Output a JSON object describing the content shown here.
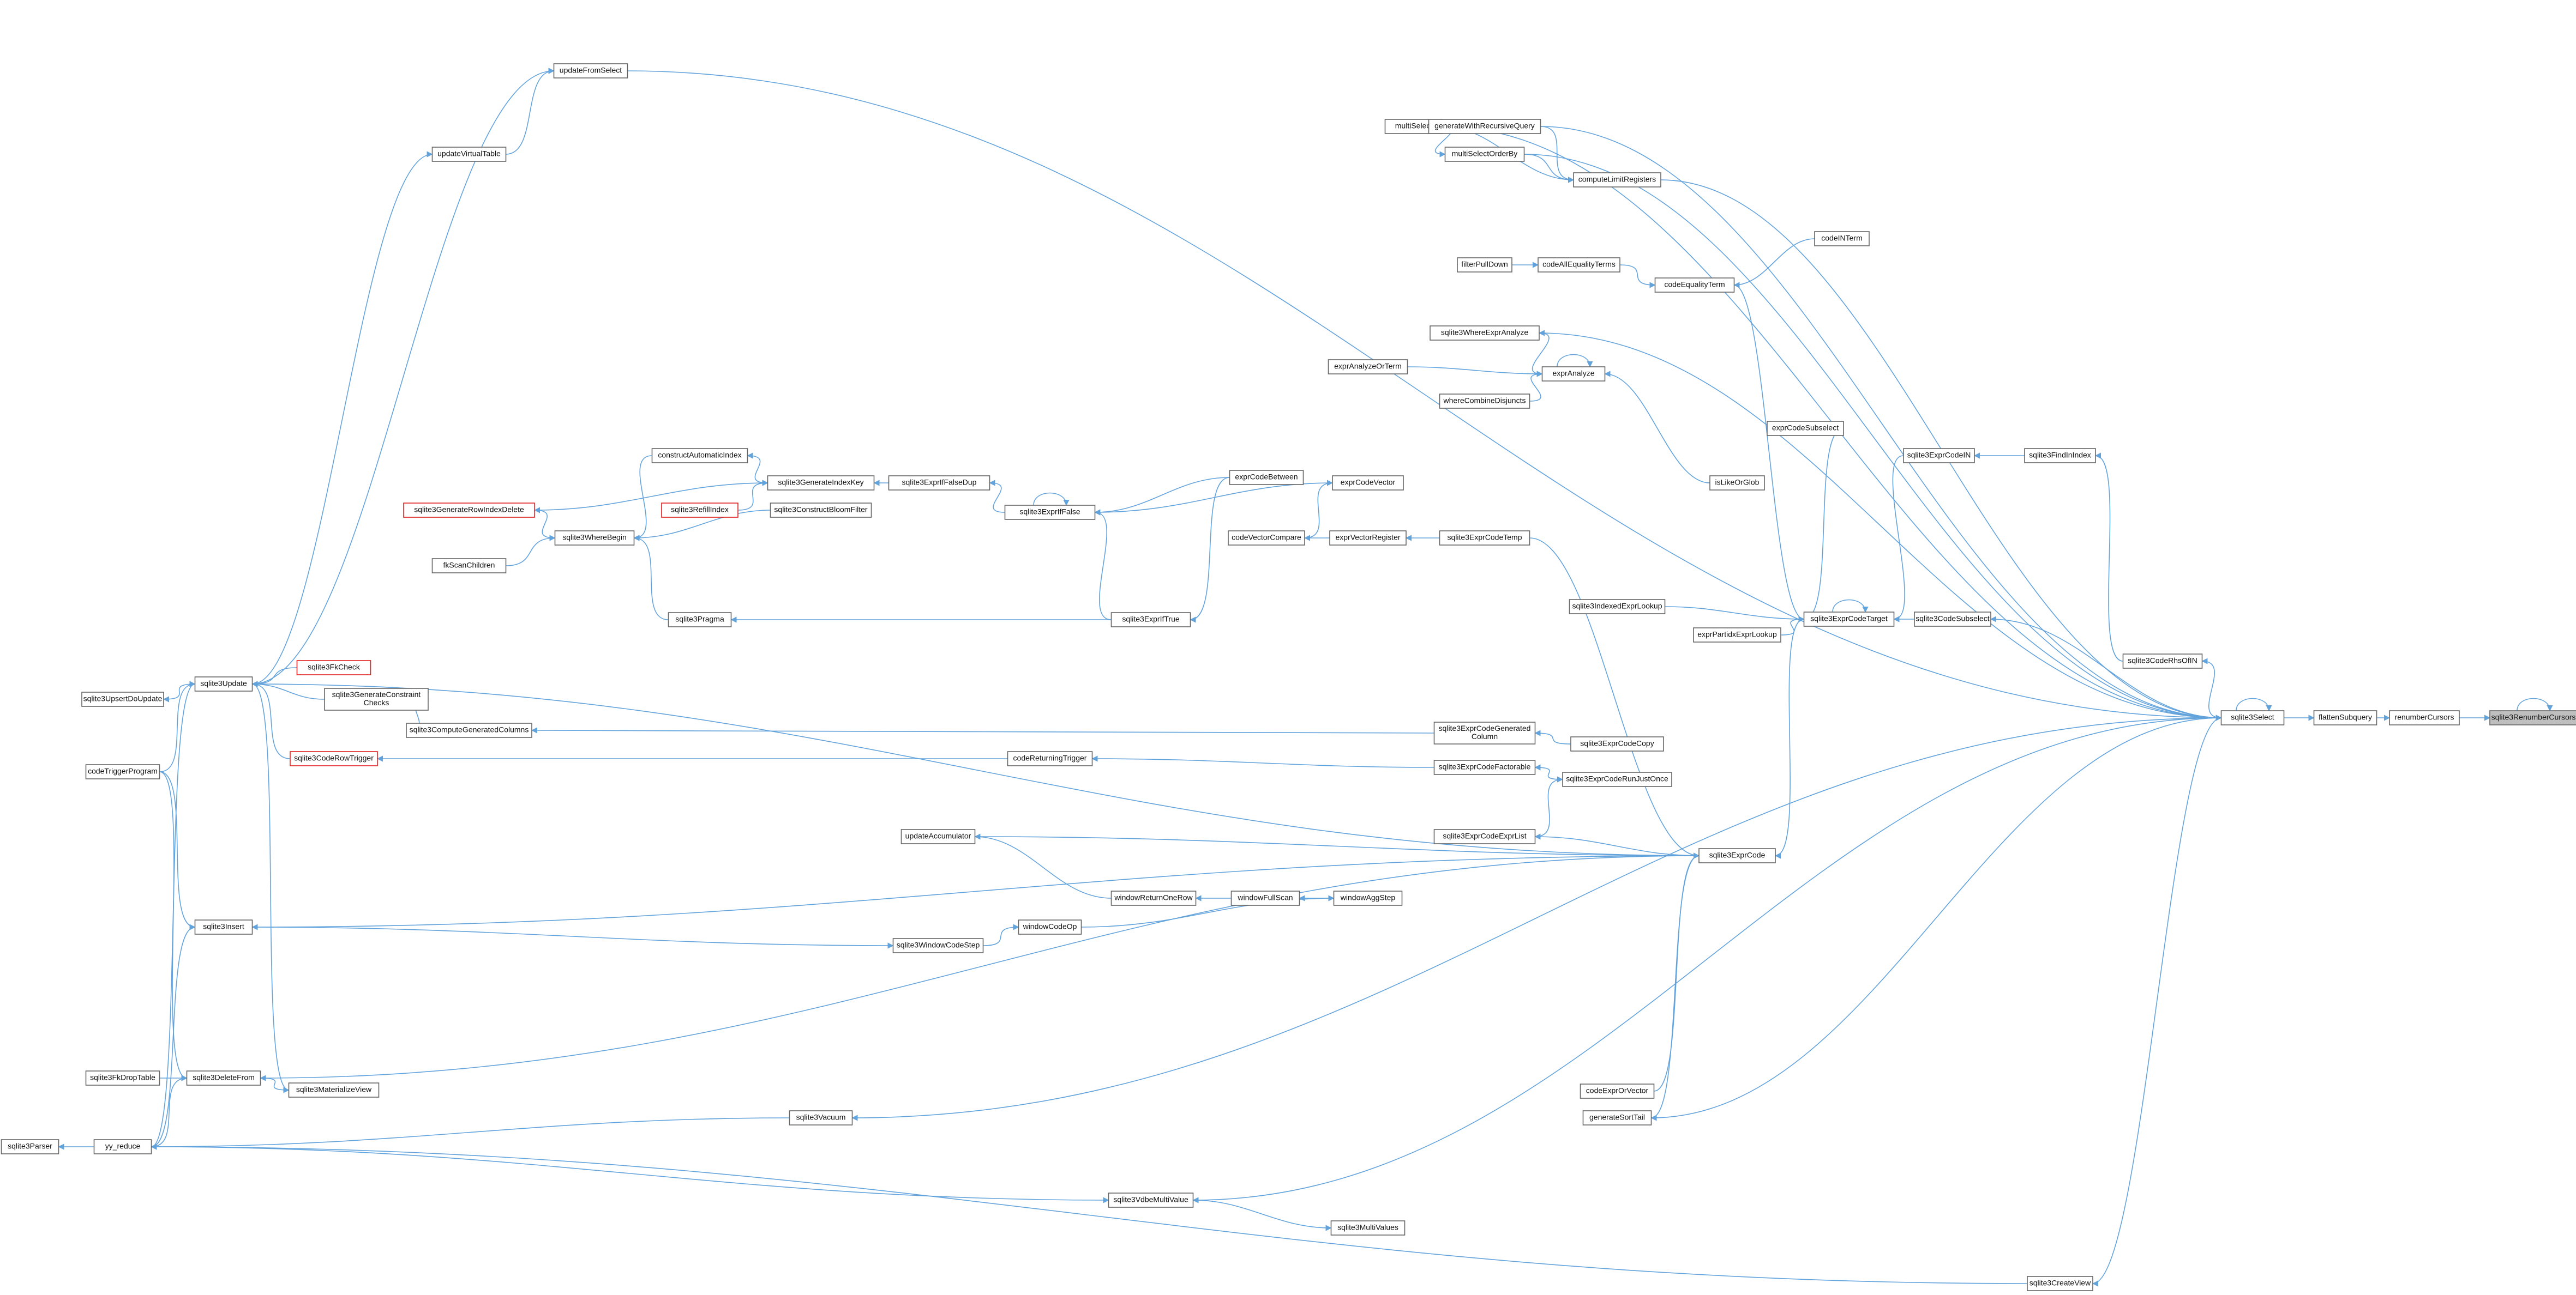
{
  "diagram": {
    "colors": {
      "edge": "#63a3dc",
      "node_border": "#666666",
      "node_highlight": "#bfbfbf",
      "node_red_border": "#e02020"
    },
    "nodes": [
      {
        "id": "n0",
        "label": "sqlite3RenumberCursors",
        "hl": true
      },
      {
        "id": "n1",
        "label": "renumberCursors"
      },
      {
        "id": "n2",
        "label": "flattenSubquery"
      },
      {
        "id": "n3",
        "label": "sqlite3Select"
      },
      {
        "id": "n4",
        "label": "updateFromSelect"
      },
      {
        "id": "n5",
        "label": "updateVirtualTable"
      },
      {
        "id": "n6",
        "label": "multiSelect"
      },
      {
        "id": "n7",
        "label": "generateWithRecursiveQuery"
      },
      {
        "id": "n8",
        "label": "multiSelectOrderBy"
      },
      {
        "id": "n9",
        "label": "computeLimitRegisters"
      },
      {
        "id": "n10",
        "label": "codeINTerm"
      },
      {
        "id": "n11",
        "label": "filterPullDown"
      },
      {
        "id": "n12",
        "label": "codeAllEqualityTerms"
      },
      {
        "id": "n13",
        "label": "codeEqualityTerm"
      },
      {
        "id": "n14",
        "label": "sqlite3WhereExprAnalyze"
      },
      {
        "id": "n15",
        "label": "exprAnalyzeOrTerm"
      },
      {
        "id": "n16",
        "label": "exprAnalyze"
      },
      {
        "id": "n17",
        "label": "whereCombineDisjuncts"
      },
      {
        "id": "n18",
        "label": "exprCodeSubselect"
      },
      {
        "id": "n19",
        "label": "constructAutomaticIndex"
      },
      {
        "id": "n20",
        "label": "sqlite3GenerateIndexKey"
      },
      {
        "id": "n21",
        "label": "sqlite3ExprIfFalseDup"
      },
      {
        "id": "n22",
        "label": "sqlite3ExprIfFalse"
      },
      {
        "id": "n23",
        "label": "exprCodeBetween"
      },
      {
        "id": "n24",
        "label": "exprCodeVector"
      },
      {
        "id": "n25",
        "label": "sqlite3ExprCodeIN"
      },
      {
        "id": "n26",
        "label": "sqlite3FindInIndex"
      },
      {
        "id": "n27",
        "label": "isLikeOrGlob"
      },
      {
        "id": "n28",
        "label": "sqlite3GenerateRowIndexDelete",
        "red": true
      },
      {
        "id": "n29",
        "label": "sqlite3WhereBegin"
      },
      {
        "id": "n30",
        "label": "sqlite3RefillIndex",
        "red": true
      },
      {
        "id": "n31",
        "label": "sqlite3ConstructBloomFilter"
      },
      {
        "id": "n32",
        "label": "codeVectorCompare"
      },
      {
        "id": "n33",
        "label": "exprVectorRegister"
      },
      {
        "id": "n34",
        "label": "sqlite3ExprCodeTemp"
      },
      {
        "id": "n35",
        "label": "fkScanChildren"
      },
      {
        "id": "n36",
        "label": "sqlite3Pragma"
      },
      {
        "id": "n37",
        "label": "sqlite3ExprIfTrue"
      },
      {
        "id": "n38",
        "label": "sqlite3IndexedExprLookup"
      },
      {
        "id": "n39",
        "label": "exprPartidxExprLookup"
      },
      {
        "id": "n40",
        "label": "sqlite3ExprCodeTarget"
      },
      {
        "id": "n41",
        "label": "sqlite3CodeSubselect"
      },
      {
        "id": "n42",
        "label": "sqlite3CodeRhsOfIN"
      },
      {
        "id": "n43",
        "label": "sqlite3FkCheck",
        "red": true
      },
      {
        "id": "n44",
        "label": "sqlite3Update"
      },
      {
        "id": "n45",
        "label": "sqlite3UpsertDoUpdate"
      },
      {
        "id": "n46",
        "label": "sqlite3GenerateConstraintChecks",
        "lines": [
          "sqlite3GenerateConstraint",
          "Checks"
        ]
      },
      {
        "id": "n47",
        "label": "sqlite3ComputeGeneratedColumns"
      },
      {
        "id": "n48",
        "label": "sqlite3ExprCodeGeneratedColumn",
        "lines": [
          "sqlite3ExprCodeGenerated",
          "Column"
        ]
      },
      {
        "id": "n49",
        "label": "sqlite3ExprCodeCopy"
      },
      {
        "id": "n50",
        "label": "codeTriggerProgram"
      },
      {
        "id": "n51",
        "label": "sqlite3CodeRowTrigger",
        "red": true
      },
      {
        "id": "n52",
        "label": "codeReturningTrigger"
      },
      {
        "id": "n53",
        "label": "sqlite3ExprCodeFactorable"
      },
      {
        "id": "n54",
        "label": "sqlite3ExprCodeRunJustOnce"
      },
      {
        "id": "n55",
        "label": "updateAccumulator"
      },
      {
        "id": "n56",
        "label": "sqlite3ExprCodeExprList"
      },
      {
        "id": "n57",
        "label": "sqlite3ExprCode"
      },
      {
        "id": "n58",
        "label": "windowReturnOneRow"
      },
      {
        "id": "n59",
        "label": "windowFullScan"
      },
      {
        "id": "n60",
        "label": "windowAggStep"
      },
      {
        "id": "n61",
        "label": "sqlite3Insert"
      },
      {
        "id": "n62",
        "label": "windowCodeOp"
      },
      {
        "id": "n63",
        "label": "sqlite3WindowCodeStep"
      },
      {
        "id": "n64",
        "label": "sqlite3FkDropTable"
      },
      {
        "id": "n65",
        "label": "sqlite3DeleteFrom"
      },
      {
        "id": "n66",
        "label": "sqlite3MaterializeView"
      },
      {
        "id": "n67",
        "label": "codeExprOrVector"
      },
      {
        "id": "n68",
        "label": "generateSortTail"
      },
      {
        "id": "n69",
        "label": "sqlite3Parser"
      },
      {
        "id": "n70",
        "label": "yy_reduce"
      },
      {
        "id": "n71",
        "label": "sqlite3Vacuum"
      },
      {
        "id": "n72",
        "label": "sqlite3VdbeMultiValue"
      },
      {
        "id": "n73",
        "label": "sqlite3MultiValues"
      },
      {
        "id": "n74",
        "label": "sqlite3CreateView"
      }
    ],
    "edges": [
      [
        "n1",
        "n0"
      ],
      [
        "n2",
        "n1"
      ],
      [
        "n3",
        "n2"
      ],
      [
        "n3",
        "n3"
      ],
      [
        "n0",
        "n0"
      ],
      [
        "n4",
        "n3"
      ],
      [
        "n5",
        "n4"
      ],
      [
        "n44",
        "n4"
      ],
      [
        "n44",
        "n5"
      ],
      [
        "n6",
        "n3"
      ],
      [
        "n7",
        "n3"
      ],
      [
        "n6",
        "n7"
      ],
      [
        "n8",
        "n3"
      ],
      [
        "n6",
        "n8"
      ],
      [
        "n9",
        "n3"
      ],
      [
        "n6",
        "n9"
      ],
      [
        "n7",
        "n9"
      ],
      [
        "n8",
        "n9"
      ],
      [
        "n10",
        "n13"
      ],
      [
        "n12",
        "n13"
      ],
      [
        "n11",
        "n12"
      ],
      [
        "n13",
        "n40"
      ],
      [
        "n14",
        "n3"
      ],
      [
        "n16",
        "n14"
      ],
      [
        "n15",
        "n16"
      ],
      [
        "n17",
        "n16"
      ],
      [
        "n16",
        "n16"
      ],
      [
        "n18",
        "n40"
      ],
      [
        "n19",
        "n29"
      ],
      [
        "n20",
        "n19"
      ],
      [
        "n21",
        "n20"
      ],
      [
        "n22",
        "n21"
      ],
      [
        "n22",
        "n22"
      ],
      [
        "n23",
        "n22"
      ],
      [
        "n24",
        "n22"
      ],
      [
        "n25",
        "n40"
      ],
      [
        "n26",
        "n25"
      ],
      [
        "n27",
        "n16"
      ],
      [
        "n28",
        "n20"
      ],
      [
        "n29",
        "n28"
      ],
      [
        "n30",
        "n20"
      ],
      [
        "n31",
        "n29"
      ],
      [
        "n32",
        "n24"
      ],
      [
        "n33",
        "n32"
      ],
      [
        "n34",
        "n33"
      ],
      [
        "n35",
        "n29"
      ],
      [
        "n36",
        "n29"
      ],
      [
        "n37",
        "n36"
      ],
      [
        "n37",
        "n22"
      ],
      [
        "n23",
        "n37"
      ],
      [
        "n38",
        "n40"
      ],
      [
        "n39",
        "n40"
      ],
      [
        "n40",
        "n40"
      ],
      [
        "n41",
        "n40"
      ],
      [
        "n42",
        "n26"
      ],
      [
        "n3",
        "n42"
      ],
      [
        "n3",
        "n41"
      ],
      [
        "n43",
        "n44"
      ],
      [
        "n44",
        "n45"
      ],
      [
        "n46",
        "n44"
      ],
      [
        "n47",
        "n46"
      ],
      [
        "n48",
        "n47"
      ],
      [
        "n49",
        "n48"
      ],
      [
        "n51",
        "n44"
      ],
      [
        "n52",
        "n51"
      ],
      [
        "n53",
        "n52"
      ],
      [
        "n54",
        "n53"
      ],
      [
        "n56",
        "n54"
      ],
      [
        "n57",
        "n56"
      ],
      [
        "n55",
        "n57"
      ],
      [
        "n58",
        "n55"
      ],
      [
        "n59",
        "n58"
      ],
      [
        "n60",
        "n59"
      ],
      [
        "n62",
        "n60"
      ],
      [
        "n63",
        "n62"
      ],
      [
        "n61",
        "n63"
      ],
      [
        "n65",
        "n66"
      ],
      [
        "n64",
        "n65"
      ],
      [
        "n66",
        "n44"
      ],
      [
        "n67",
        "n57"
      ],
      [
        "n68",
        "n57"
      ],
      [
        "n70",
        "n69"
      ],
      [
        "n71",
        "n70"
      ],
      [
        "n72",
        "n73"
      ],
      [
        "n70",
        "n72"
      ],
      [
        "n74",
        "n70"
      ],
      [
        "n3",
        "n71"
      ],
      [
        "n3",
        "n74"
      ],
      [
        "n3",
        "n72"
      ],
      [
        "n3",
        "n68"
      ],
      [
        "n57",
        "n44"
      ],
      [
        "n57",
        "n61"
      ],
      [
        "n57",
        "n65"
      ],
      [
        "n40",
        "n57"
      ],
      [
        "n34",
        "n57"
      ],
      [
        "n61",
        "n70"
      ],
      [
        "n65",
        "n70"
      ],
      [
        "n44",
        "n70"
      ],
      [
        "n50",
        "n44"
      ],
      [
        "n50",
        "n61"
      ],
      [
        "n50",
        "n65"
      ]
    ]
  }
}
